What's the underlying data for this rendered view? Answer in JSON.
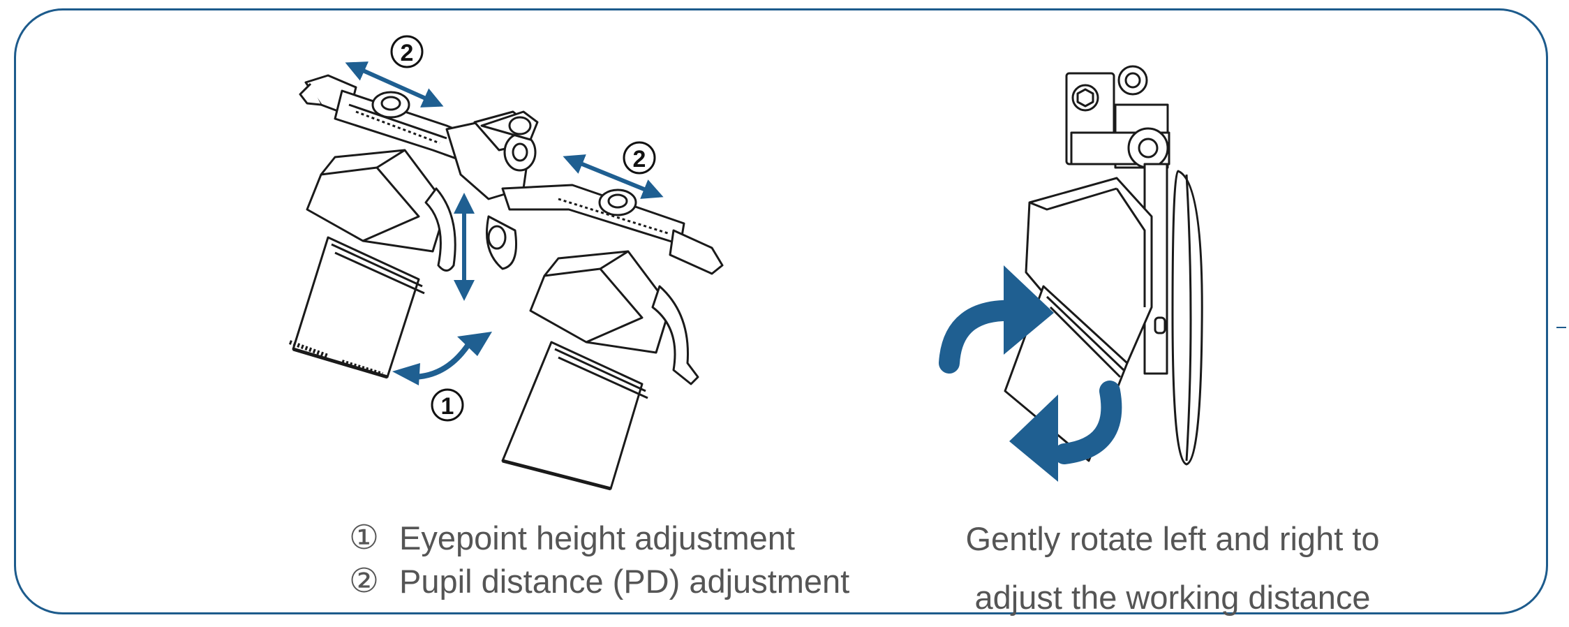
{
  "colors": {
    "frame": "#1d5b8c",
    "arrow": "#1f5f91",
    "line_art": "#1a1a1a",
    "caption": "#555555"
  },
  "markers": {
    "one": "1",
    "two": "2"
  },
  "captions": {
    "left": [
      {
        "number": "①",
        "text": "Eyepoint height adjustment"
      },
      {
        "number": "②",
        "text": "Pupil distance (PD) adjustment"
      }
    ],
    "right": [
      "Gently rotate left and right to",
      "adjust the working distance"
    ]
  }
}
